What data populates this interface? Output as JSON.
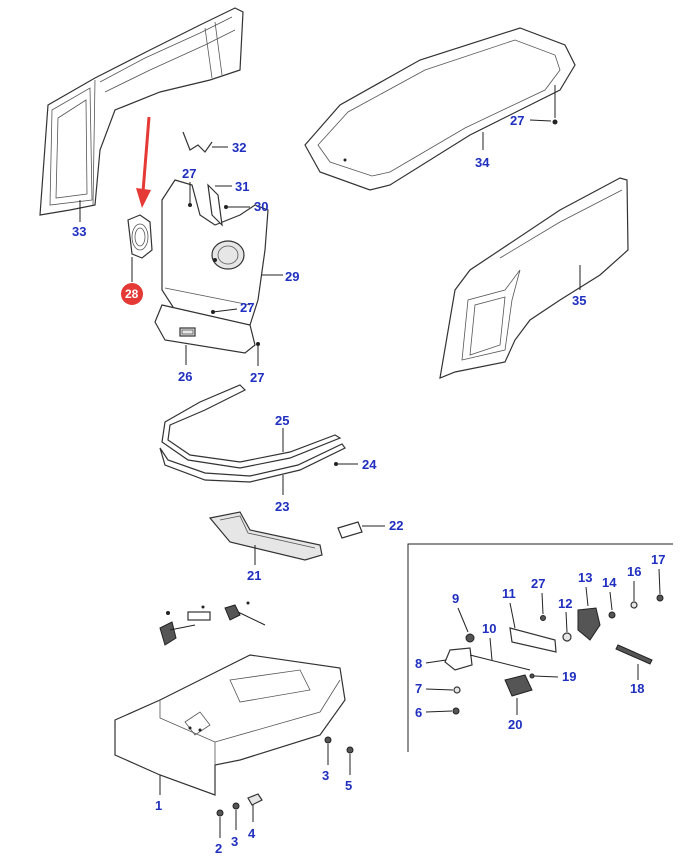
{
  "highlight": {
    "callout": "28",
    "badge_color": "#e53935",
    "arrow_color": "#e53935"
  },
  "callout_color": "#1f2fbf",
  "callouts": {
    "c1": "1",
    "c2": "2",
    "c3a": "3",
    "c3b": "3",
    "c4": "4",
    "c5": "5",
    "c6": "6",
    "c7": "7",
    "c8": "8",
    "c9": "9",
    "c10": "10",
    "c11": "11",
    "c12": "12",
    "c13": "13",
    "c14": "14",
    "c16": "16",
    "c17": "17",
    "c18": "18",
    "c19": "19",
    "c20": "20",
    "c21": "21",
    "c22": "22",
    "c23": "23",
    "c24": "24",
    "c25": "25",
    "c26": "26",
    "c27a": "27",
    "c27b": "27",
    "c27c": "27",
    "c27d": "27",
    "c27e": "27",
    "c29": "29",
    "c30": "30",
    "c31": "31",
    "c32": "32",
    "c33": "33",
    "c34": "34",
    "c35": "35"
  }
}
